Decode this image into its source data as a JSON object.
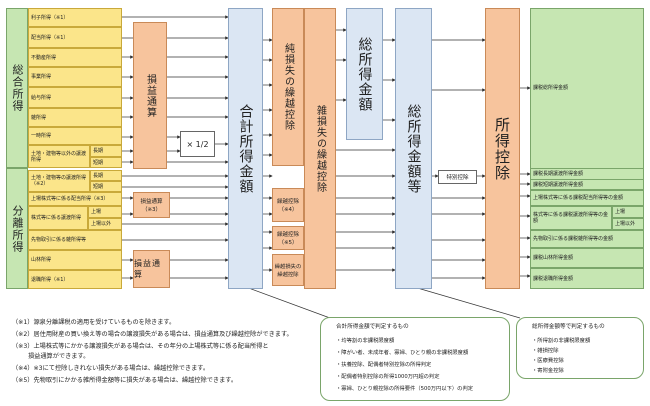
{
  "left_groups": {
    "sogo": "総合所得",
    "bunri": "分離所得"
  },
  "income_rows": [
    "利子所得（※1）",
    "配当所得（※1）",
    "不動産所得",
    "事業所得",
    "給与所得",
    "雑所得",
    "一時所得"
  ],
  "long_short": {
    "land_building_sogo": "土地・建物等以外の譲渡所得",
    "long": "長期",
    "short": "短期",
    "land_building_bunri": "土地・建物等の譲渡所得（※2）",
    "listed_stock_dividend": "上場株式等に係る配当所得（※3）",
    "stock_transfer": "株式等に係る譲渡所得",
    "listed": "上場",
    "non_listed": "上場以外",
    "futures": "先物取引に係る雑所得等",
    "timber": "山林所得",
    "retirement": "退職所得（※1）"
  },
  "boxes": {
    "soneki1": "損益通算",
    "half": "× 1/2",
    "soneki2": "損益通算（※3）",
    "soneki3": "損益通算",
    "gokei": "合計所得金額",
    "junson": "純損失の繰越控除",
    "zatsu": "雑損失の繰越控除",
    "kuri4": "繰越控除（※4）",
    "kuri5": "繰越控除（※5）",
    "kuri_fut": "繰越損失の繰越控除",
    "sou1": "総所得金額",
    "sou2": "総所得金額等",
    "tokubetsu": "特別控除",
    "kojo": "所得控除"
  },
  "results": {
    "r1": "課税総所得金額",
    "r2": "課税長期譲渡所得金額",
    "r3": "課税短期譲渡所得金額",
    "r4": "上場株式等に係る課税配当所得等の金額",
    "r5": "株式等に係る課税譲渡所得等の金額",
    "r5_listed": "上場",
    "r5_nonlisted": "上場以外",
    "r6": "先物取引に係る課税雑所得等の金額",
    "r7": "課税山林所得金額",
    "r8": "課税退職所得金額"
  },
  "notes": [
    "（※1）源泉分離課税の適用を受けているものを除きます。",
    "（※2）居住用財産の買い換え等の場合の譲渡損失がある場合は、損益通算及び繰越控除ができます。",
    "（※3）上場株式等にかかる譲渡損失がある場合は、その年分の上場株式等に係る配当所得と",
    "損益通算ができます。",
    "（※4）※3にて控除しきれない損失がある場合は、繰越控除できます。",
    "（※5）先物取引にかかる雑所得金額等に損失がある場合は、繰越控除できます。"
  ],
  "panel1": {
    "title": "合計所得金額で判定するもの",
    "items": [
      "・均等割の非課税限度額",
      "・障がい者、未成年者、寡婦、ひとり親の非課税限度額",
      "・扶養控除、配偶者特別控除の所得判定",
      "・配偶者特別控除の所得1000万円超の判定",
      "・寡婦、ひとり親控除の所得要件（500万円以下）の判定"
    ]
  },
  "panel2": {
    "title": "総所得金額等で判定するもの",
    "items": [
      "・所得割の非課税限度額",
      "・雑損控除",
      "・医療費控除",
      "・寄附金控除"
    ]
  }
}
